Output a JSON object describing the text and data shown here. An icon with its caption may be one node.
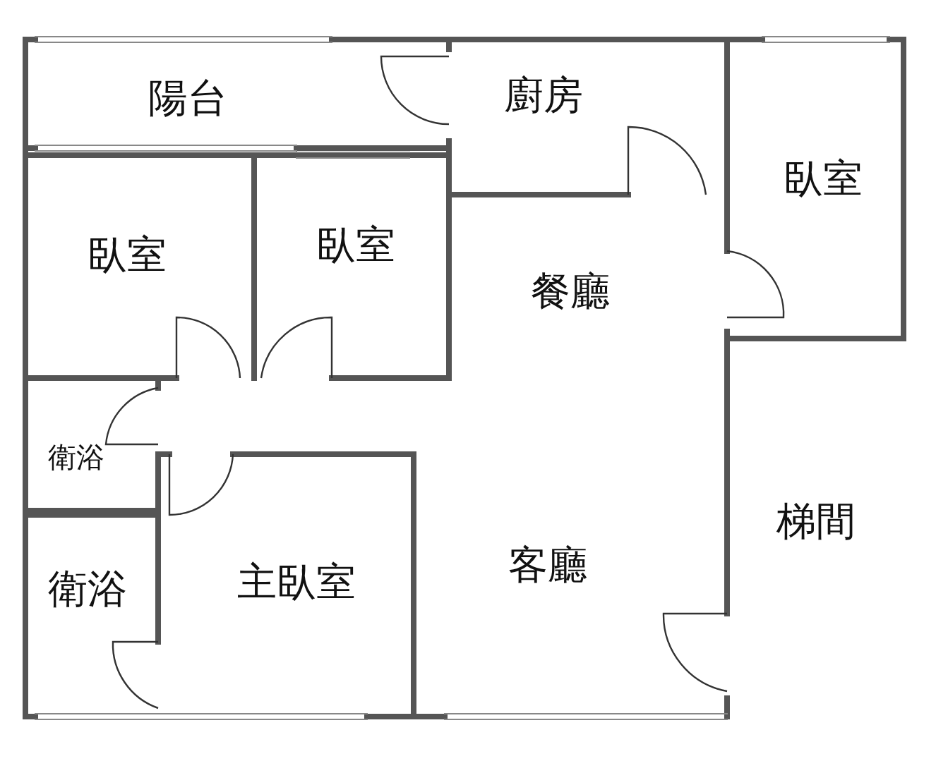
{
  "diagram": {
    "nodes": [
      {
        "text": [
          "陽台"
        ]
      },
      {
        "text": [
          "廚房"
        ]
      },
      {
        "text": [
          "臥室"
        ]
      },
      {
        "text": [
          "臥室"
        ]
      },
      {
        "text": [
          "臥室"
        ]
      },
      {
        "text": [
          "餐廳"
        ]
      },
      {
        "text": [
          "衛浴"
        ]
      },
      {
        "text": [
          "梯間"
        ]
      },
      {
        "text": [
          "衛浴"
        ]
      },
      {
        "text": [
          "主臥室"
        ]
      },
      {
        "text": [
          "客廳"
        ]
      }
    ]
  }
}
